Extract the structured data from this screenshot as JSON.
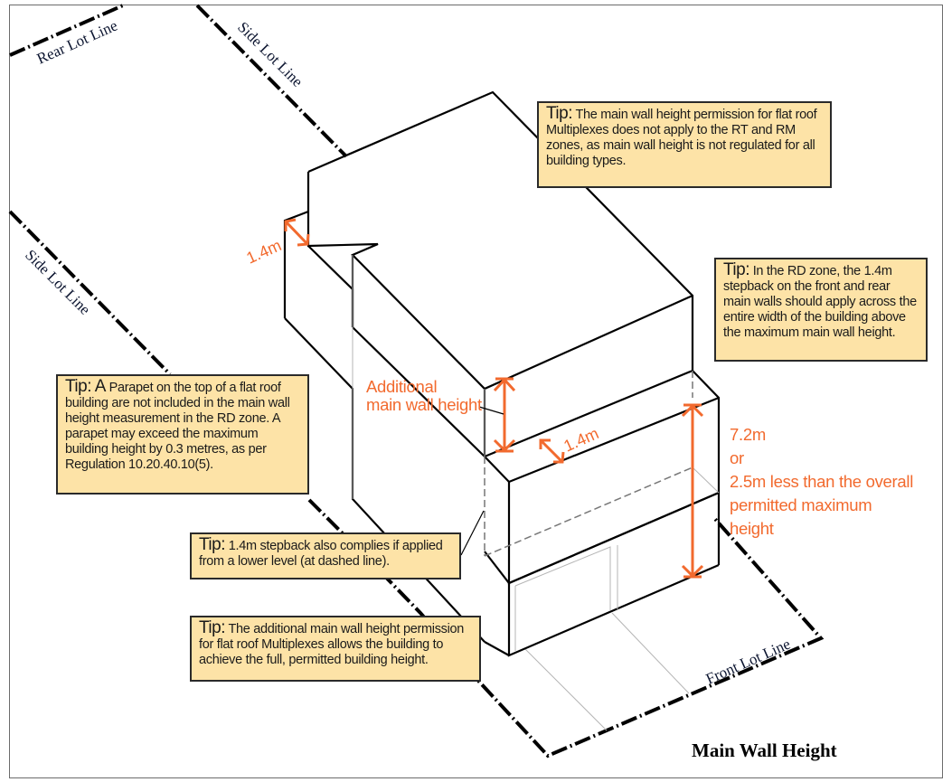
{
  "title": "Main Wall Height",
  "lot_lines": {
    "rear": "Rear Lot Line",
    "side_right": "Side Lot Line",
    "side_left": "Side Lot Line",
    "front": "Front Lot Line"
  },
  "dimensions": {
    "upper_stepback": "1.4m",
    "lower_stepback": "1.4m",
    "additional_height_label_line1": "Additional",
    "additional_height_label_line2": "main wall height",
    "main_wall_height": {
      "line1": "7.2m",
      "line2": "or",
      "line3": "2.5m less than the overall",
      "line4": "permitted maximum",
      "line5": "height"
    }
  },
  "tips": [
    {
      "head": "Tip:",
      "text": "The main wall height permission for flat roof Multiplexes does not apply to the RT and RM zones, as main wall height is not regulated for all building types."
    },
    {
      "head": "Tip:",
      "text": "In the RD zone, the 1.4m stepback on the front and rear main walls should apply across the entire width of the building above the maximum main wall height."
    },
    {
      "head": "Tip: A",
      "text": "Parapet on the top of a flat roof building are not included in the main wall height measurement in the RD zone. A parapet may exceed the maximum building height by 0.3 metres, as per Regulation 10.20.40.10(5)."
    },
    {
      "head": "Tip:",
      "text": "1.4m stepback also complies if applied from a lower level (at dashed line)."
    },
    {
      "head": "Tip:",
      "text": "The additional main wall height permission for flat roof Multiplexes allows the building to achieve the full, permitted building height."
    }
  ],
  "colors": {
    "accent": "#f26a2e",
    "tip_background": "#fde3a7",
    "line": "#000000"
  }
}
